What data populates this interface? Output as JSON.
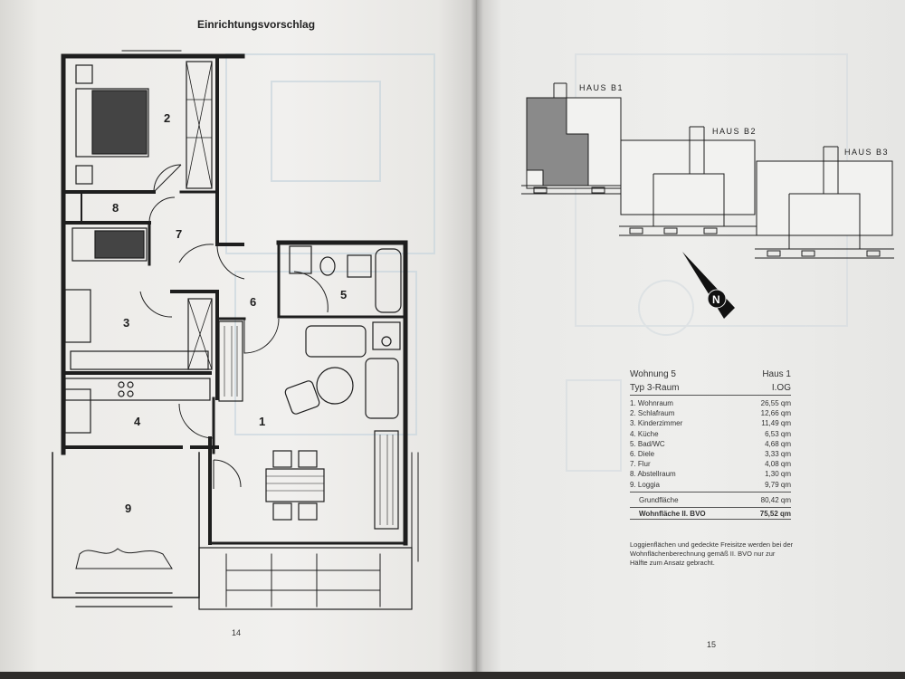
{
  "left_page": {
    "heading": "Einrichtungsvorschlag",
    "page_number": "14",
    "room_numbers": [
      "1",
      "2",
      "3",
      "4",
      "5",
      "6",
      "7",
      "8",
      "9"
    ]
  },
  "right_page": {
    "page_number": "15",
    "houses": [
      "HAUS B1",
      "HAUS B2",
      "HAUS B3"
    ],
    "compass_letter": "N",
    "table": {
      "title": "Wohnung 5",
      "house": "Haus 1",
      "type": "Typ 3-Raum",
      "floor": "I.OG",
      "rooms": [
        {
          "name": "1. Wohnraum",
          "area": "26,55 qm"
        },
        {
          "name": "2. Schlafraum",
          "area": "12,66 qm"
        },
        {
          "name": "3. Kinderzimmer",
          "area": "11,49 qm"
        },
        {
          "name": "4. Küche",
          "area": "6,53 qm"
        },
        {
          "name": "5. Bad/WC",
          "area": "4,68 qm"
        },
        {
          "name": "6. Diele",
          "area": "3,33 qm"
        },
        {
          "name": "7. Flur",
          "area": "4,08 qm"
        },
        {
          "name": "8. Abstellraum",
          "area": "1,30 qm"
        },
        {
          "name": "9. Loggia",
          "area": "9,79 qm"
        }
      ],
      "grundflaeche_label": "Grundfläche",
      "grundflaeche_value": "80,42 qm",
      "wohnflaeche_label": "Wohnfläche II. BVO",
      "wohnflaeche_value": "75,52 qm"
    },
    "note": "Loggienflächen und gedeckte Freisitze werden bei der Wohnflächenberechnung gemäß II. BVO nur zur Hälfte zum Ansatz gebracht."
  },
  "colors": {
    "page": "#eeeeec",
    "ink": "#1e1e1e",
    "shaded_house": "#8a8a8a"
  }
}
